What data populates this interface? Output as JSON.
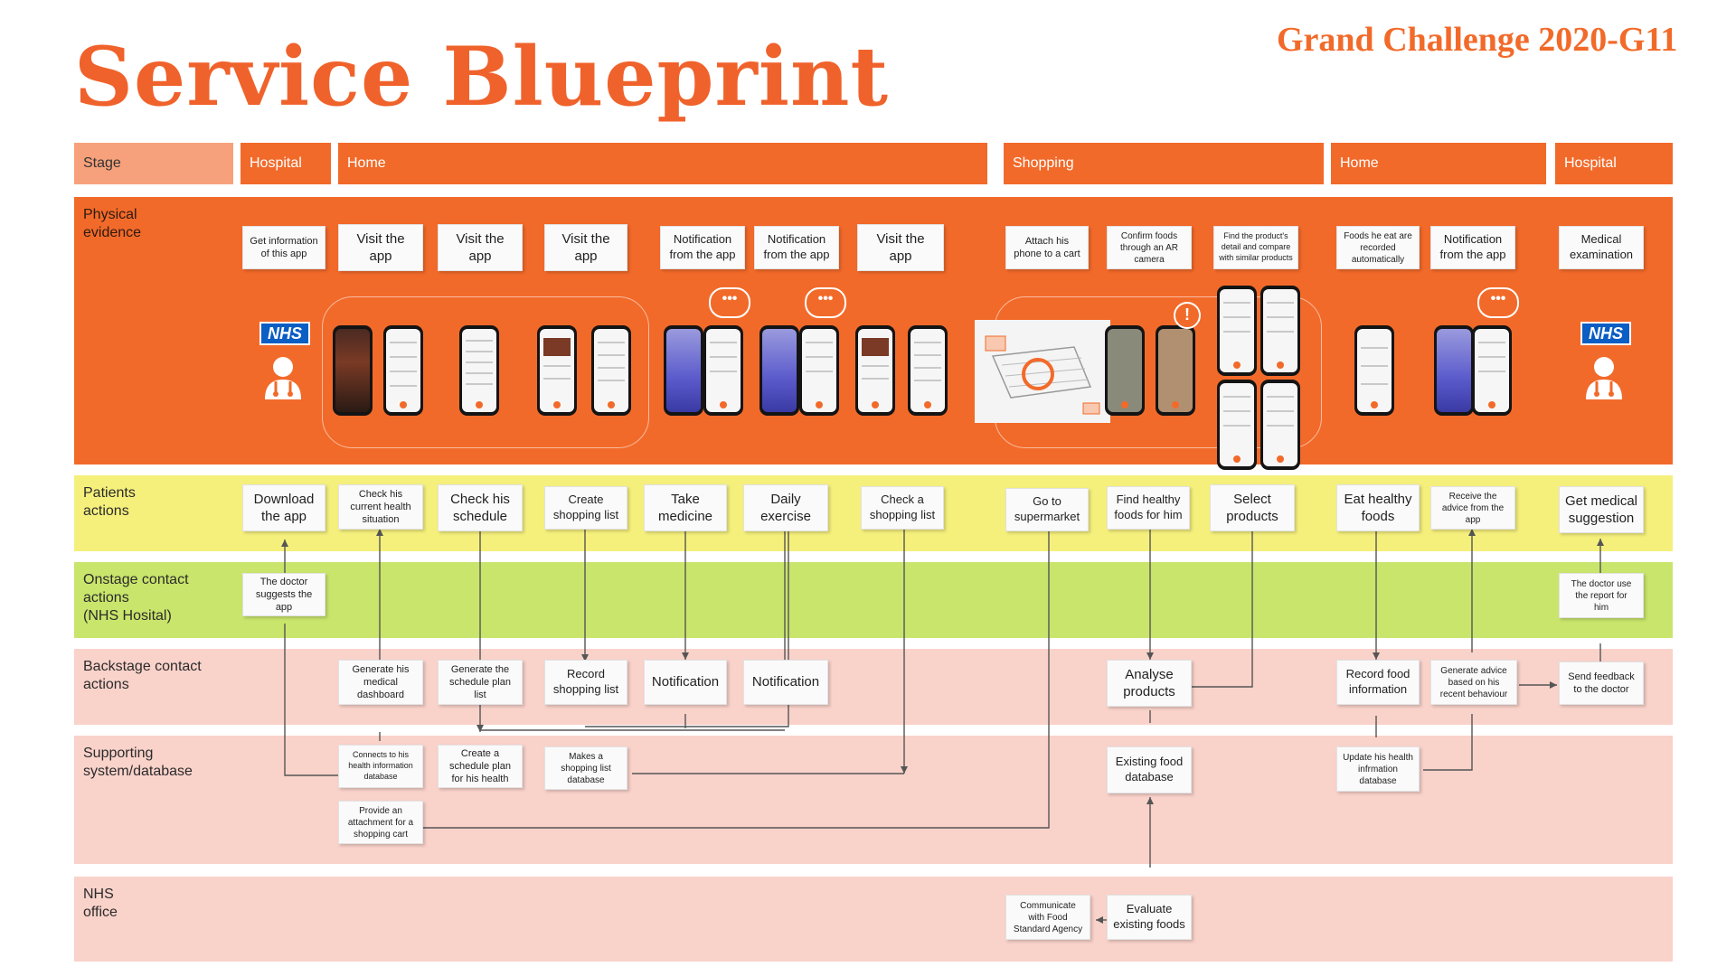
{
  "title": "Service Blueprint",
  "corner_title": "Grand Challenge 2020-G11",
  "stages": {
    "label": "Stage",
    "items": [
      "Hospital",
      "Home",
      "Shopping",
      "Home",
      "Hospital"
    ]
  },
  "lanes": {
    "physical": "Physical\nevidence",
    "patients": "Patients\nactions",
    "onstage": "Onstage contact\nactions\n(NHS Hosital)",
    "backstage": "Backstage contact\nactions",
    "support": "Supporting\nsystem/database",
    "nhs": "NHS\noffice"
  },
  "evidence": [
    "Get information\nof this app",
    "Visit the\napp",
    "Visit the\napp",
    "Visit the\napp",
    "Notification\nfrom the app",
    "Notification\nfrom the app",
    "Visit the\napp",
    "Attach his\nphone to a cart",
    "Confirm foods\nthrough an AR\ncamera",
    "Find the product's\ndetail and compare\nwith similar products",
    "Foods he eat are\nrecorded\nautomatically",
    "Notification\nfrom the app",
    "Medical\nexamination"
  ],
  "patient_actions": [
    "Download\nthe app",
    "Check his\ncurrent health\nsituation",
    "Check his\nschedule",
    "Create\nshopping list",
    "Take\nmedicine",
    "Daily\nexercise",
    "Check a\nshopping list",
    "Go to\nsupermarket",
    "Find healthy\nfoods for him",
    "Select\nproducts",
    "Eat healthy\nfoods",
    "Receive the\nadvice from the\napp",
    "Get medical\nsuggestion"
  ],
  "onstage_actions": [
    "The doctor\nsuggests the app",
    "The doctor use\nthe report for\nhim"
  ],
  "backstage_actions": [
    "Generate his\nmedical\ndashboard",
    "Generate the\nschedule plan\nlist",
    "Record\nshopping list",
    "Notification",
    "Notification",
    "Analyse\nproducts",
    "Record food\ninformation",
    "Generate advice\nbased on his\nrecent behaviour",
    "Send feedback\nto the doctor"
  ],
  "support_systems": [
    "Connects to his\nhealth information\ndatabase",
    "Create a\nschedule plan\nfor his health",
    "Makes a\nshopping list\ndatabase",
    "Provide an\nattachment for a\nshopping cart",
    "Existing food\ndatabase",
    "Update his health\ninfrmation\ndatabase"
  ],
  "nhs_office": [
    "Communicate\nwith Food\nStandard Agency",
    "Evaluate\nexisting foods"
  ],
  "logos": [
    "NHS",
    "NHS"
  ],
  "icons": {
    "notification": "speech-bubble-ellipsis",
    "alert": "exclamation-badge",
    "doctor": "doctor-person"
  },
  "colors": {
    "accent": "#f26a2a",
    "stage_label": "#f7a17c",
    "patients_lane": "#f5f07c",
    "onstage_lane": "#c9e56b",
    "pink_lane": "#f9d2ca",
    "nhs_blue": "#0a5ec4"
  }
}
